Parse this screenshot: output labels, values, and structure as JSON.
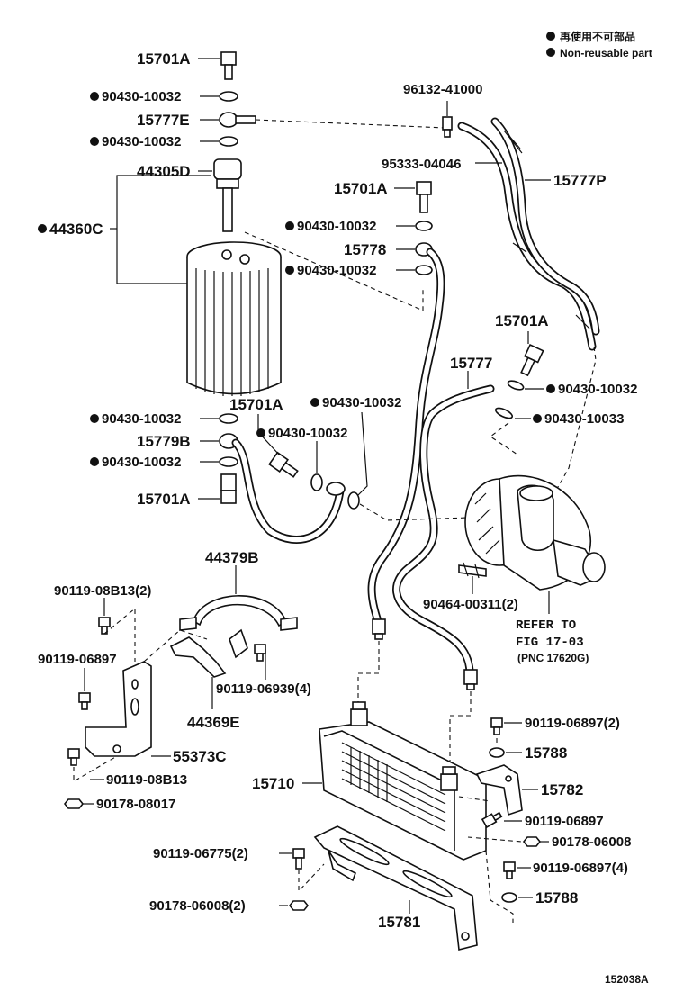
{
  "legend": {
    "non_reusable_jp": "再使用不可部品",
    "non_reusable_en": "Non-reusable part"
  },
  "labels": {
    "p15701A_top": "15701A",
    "p90430_10032_a": "90430-10032",
    "p15777E": "15777E",
    "p90430_10032_b": "90430-10032",
    "p44305D": "44305D",
    "p44360C": "44360C",
    "p96132_41000": "96132-41000",
    "p95333_04046": "95333-04046",
    "p15777P": "15777P",
    "p15701A_mid": "15701A",
    "p90430_10032_c": "90430-10032",
    "p15778": "15778",
    "p90430_10032_d": "90430-10032",
    "p15701A_right": "15701A",
    "p15777": "15777",
    "p90430_10032_e": "90430-10032",
    "p90430_10033": "90430-10033",
    "p90430_10032_f": "90430-10032",
    "p15701A_left2": "15701A",
    "p90430_10032_g": "90430-10032",
    "p15779B": "15779B",
    "p90430_10032_h": "90430-10032",
    "p90430_10032_i": "90430-10032",
    "p15701A_bottom": "15701A",
    "p44379B": "44379B",
    "p90119_08B13_2": "90119-08B13(2)",
    "p90464_00311": "90464-00311(2)",
    "refer_1": "REFER TO",
    "refer_2": "FIG 17-03",
    "refer_3": "(PNC 17620G)",
    "p90119_06897_left": "90119-06897",
    "p90119_06939": "90119-06939(4)",
    "p44369E": "44369E",
    "p55373C": "55373C",
    "p90119_08B13": "90119-08B13",
    "p90178_08017": "90178-08017",
    "p90119_06897_2": "90119-06897(2)",
    "p15788_a": "15788",
    "p15710": "15710",
    "p15782": "15782",
    "p90119_06897_r": "90119-06897",
    "p90178_06008_r": "90178-06008",
    "p90119_06775": "90119-06775(2)",
    "p90119_06897_4": "90119-06897(4)",
    "p15788_b": "15788",
    "p90178_06008_2": "90178-06008(2)",
    "p15781": "15781",
    "fig_id": "152038A"
  }
}
